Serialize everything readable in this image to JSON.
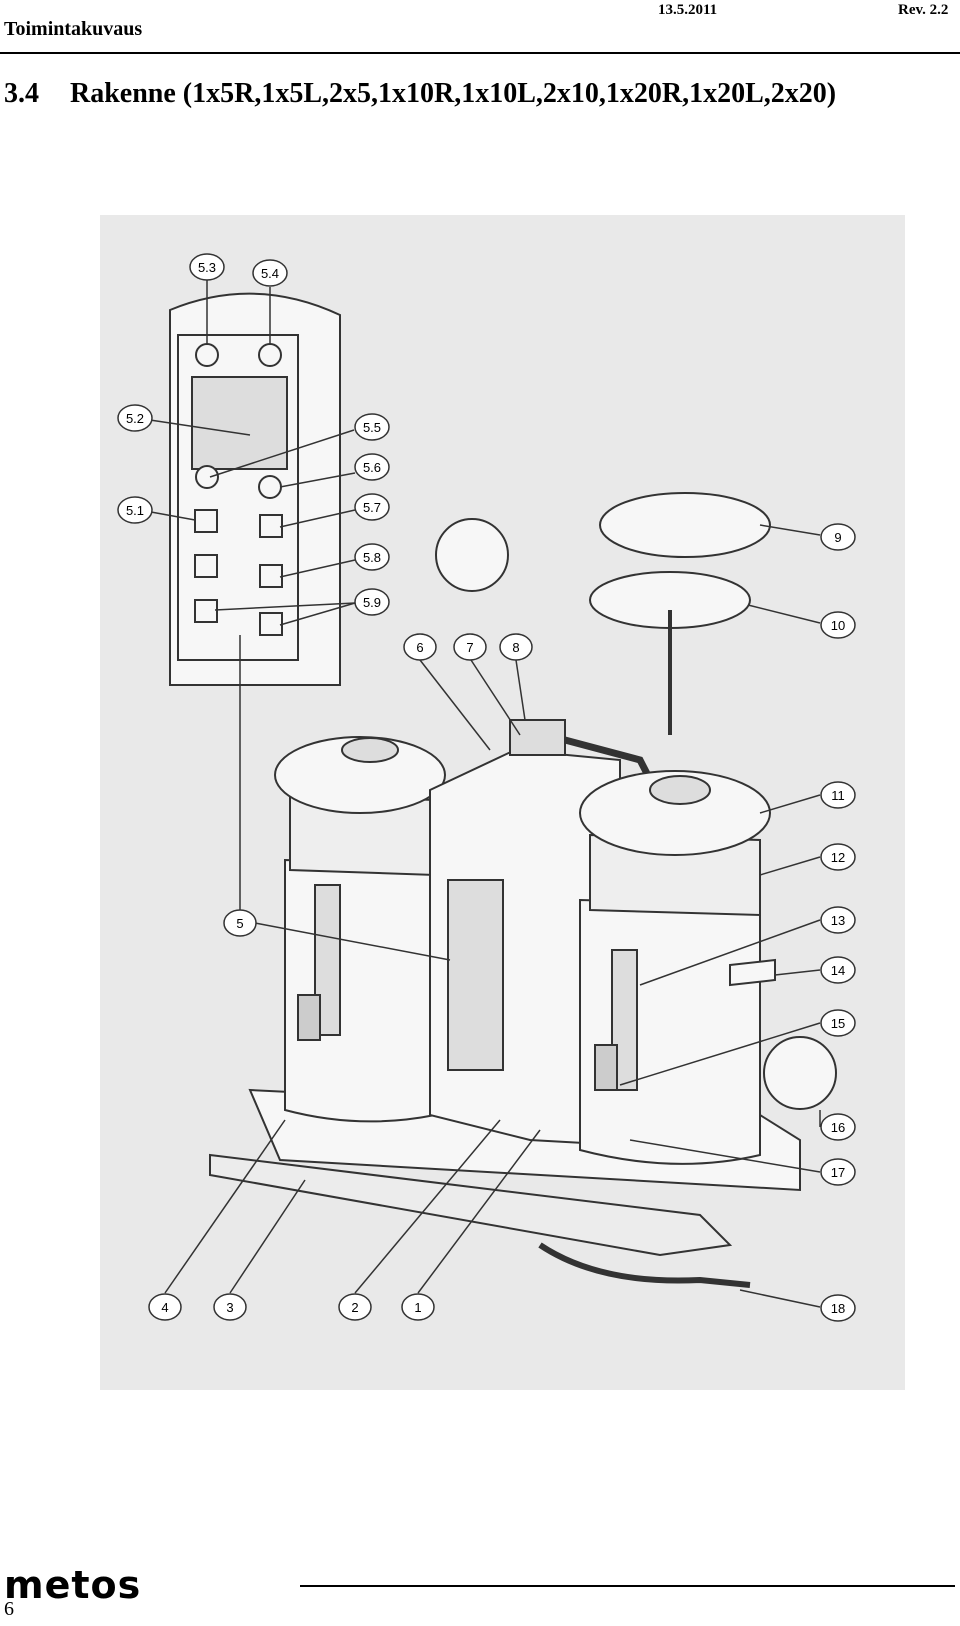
{
  "header": {
    "section_label": "Toimintakuvaus",
    "date": "13.5.2011",
    "revision": "Rev. 2.2"
  },
  "title": {
    "number": "3.4",
    "text": "Rakenne (1x5R,1x5L,2x5,1x10R,1x10L,2x10,1x20R,1x20L,2x20)"
  },
  "figure": {
    "callouts": [
      "5.3",
      "5.4",
      "5.2",
      "5.5",
      "5.6",
      "5.1",
      "5.7",
      "5.8",
      "5.9",
      "6",
      "7",
      "8",
      "9",
      "10",
      "11",
      "12",
      "13",
      "14",
      "15",
      "16",
      "17",
      "5",
      "4",
      "3",
      "2",
      "1",
      "18"
    ]
  },
  "footer": {
    "logo": "metos",
    "page_number": "6"
  }
}
